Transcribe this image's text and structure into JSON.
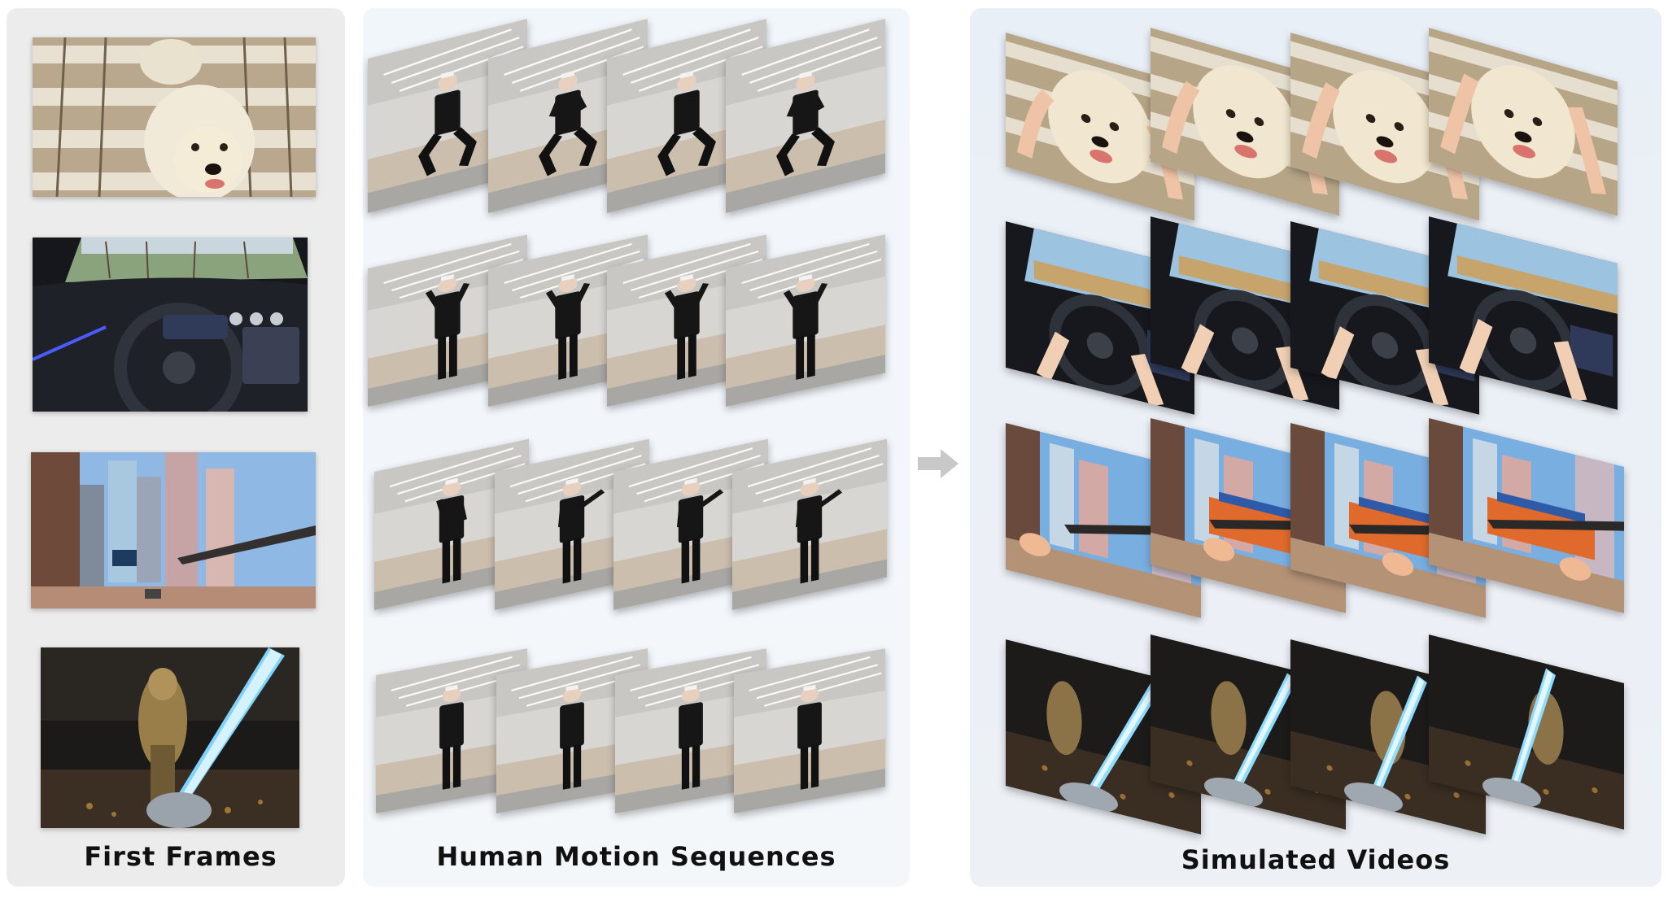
{
  "captions": {
    "first_frames": "First Frames",
    "human_motion": "Human Motion Sequences",
    "simulated": "Simulated Videos"
  },
  "rows": [
    {
      "scene": "dog on wooden deck",
      "motion": "squatting with hand gestures",
      "result": "hands petting dog"
    },
    {
      "scene": "car interior with steering wheel",
      "motion": "standing with raised hands",
      "result": "hands on steering wheel"
    },
    {
      "scene": "futuristic city street",
      "motion": "arm extended pointing",
      "result": "hand gesturing in city"
    },
    {
      "scene": "knight in dark dungeon with glowing sword",
      "motion": "holding sword pose",
      "result": "hands swinging glowing sword"
    }
  ],
  "colors": {
    "left_panel": "#ececec",
    "mid_panel": "#f1f6fb",
    "right_panel": "#e9eff6",
    "arrow": "#c8c8c8"
  }
}
